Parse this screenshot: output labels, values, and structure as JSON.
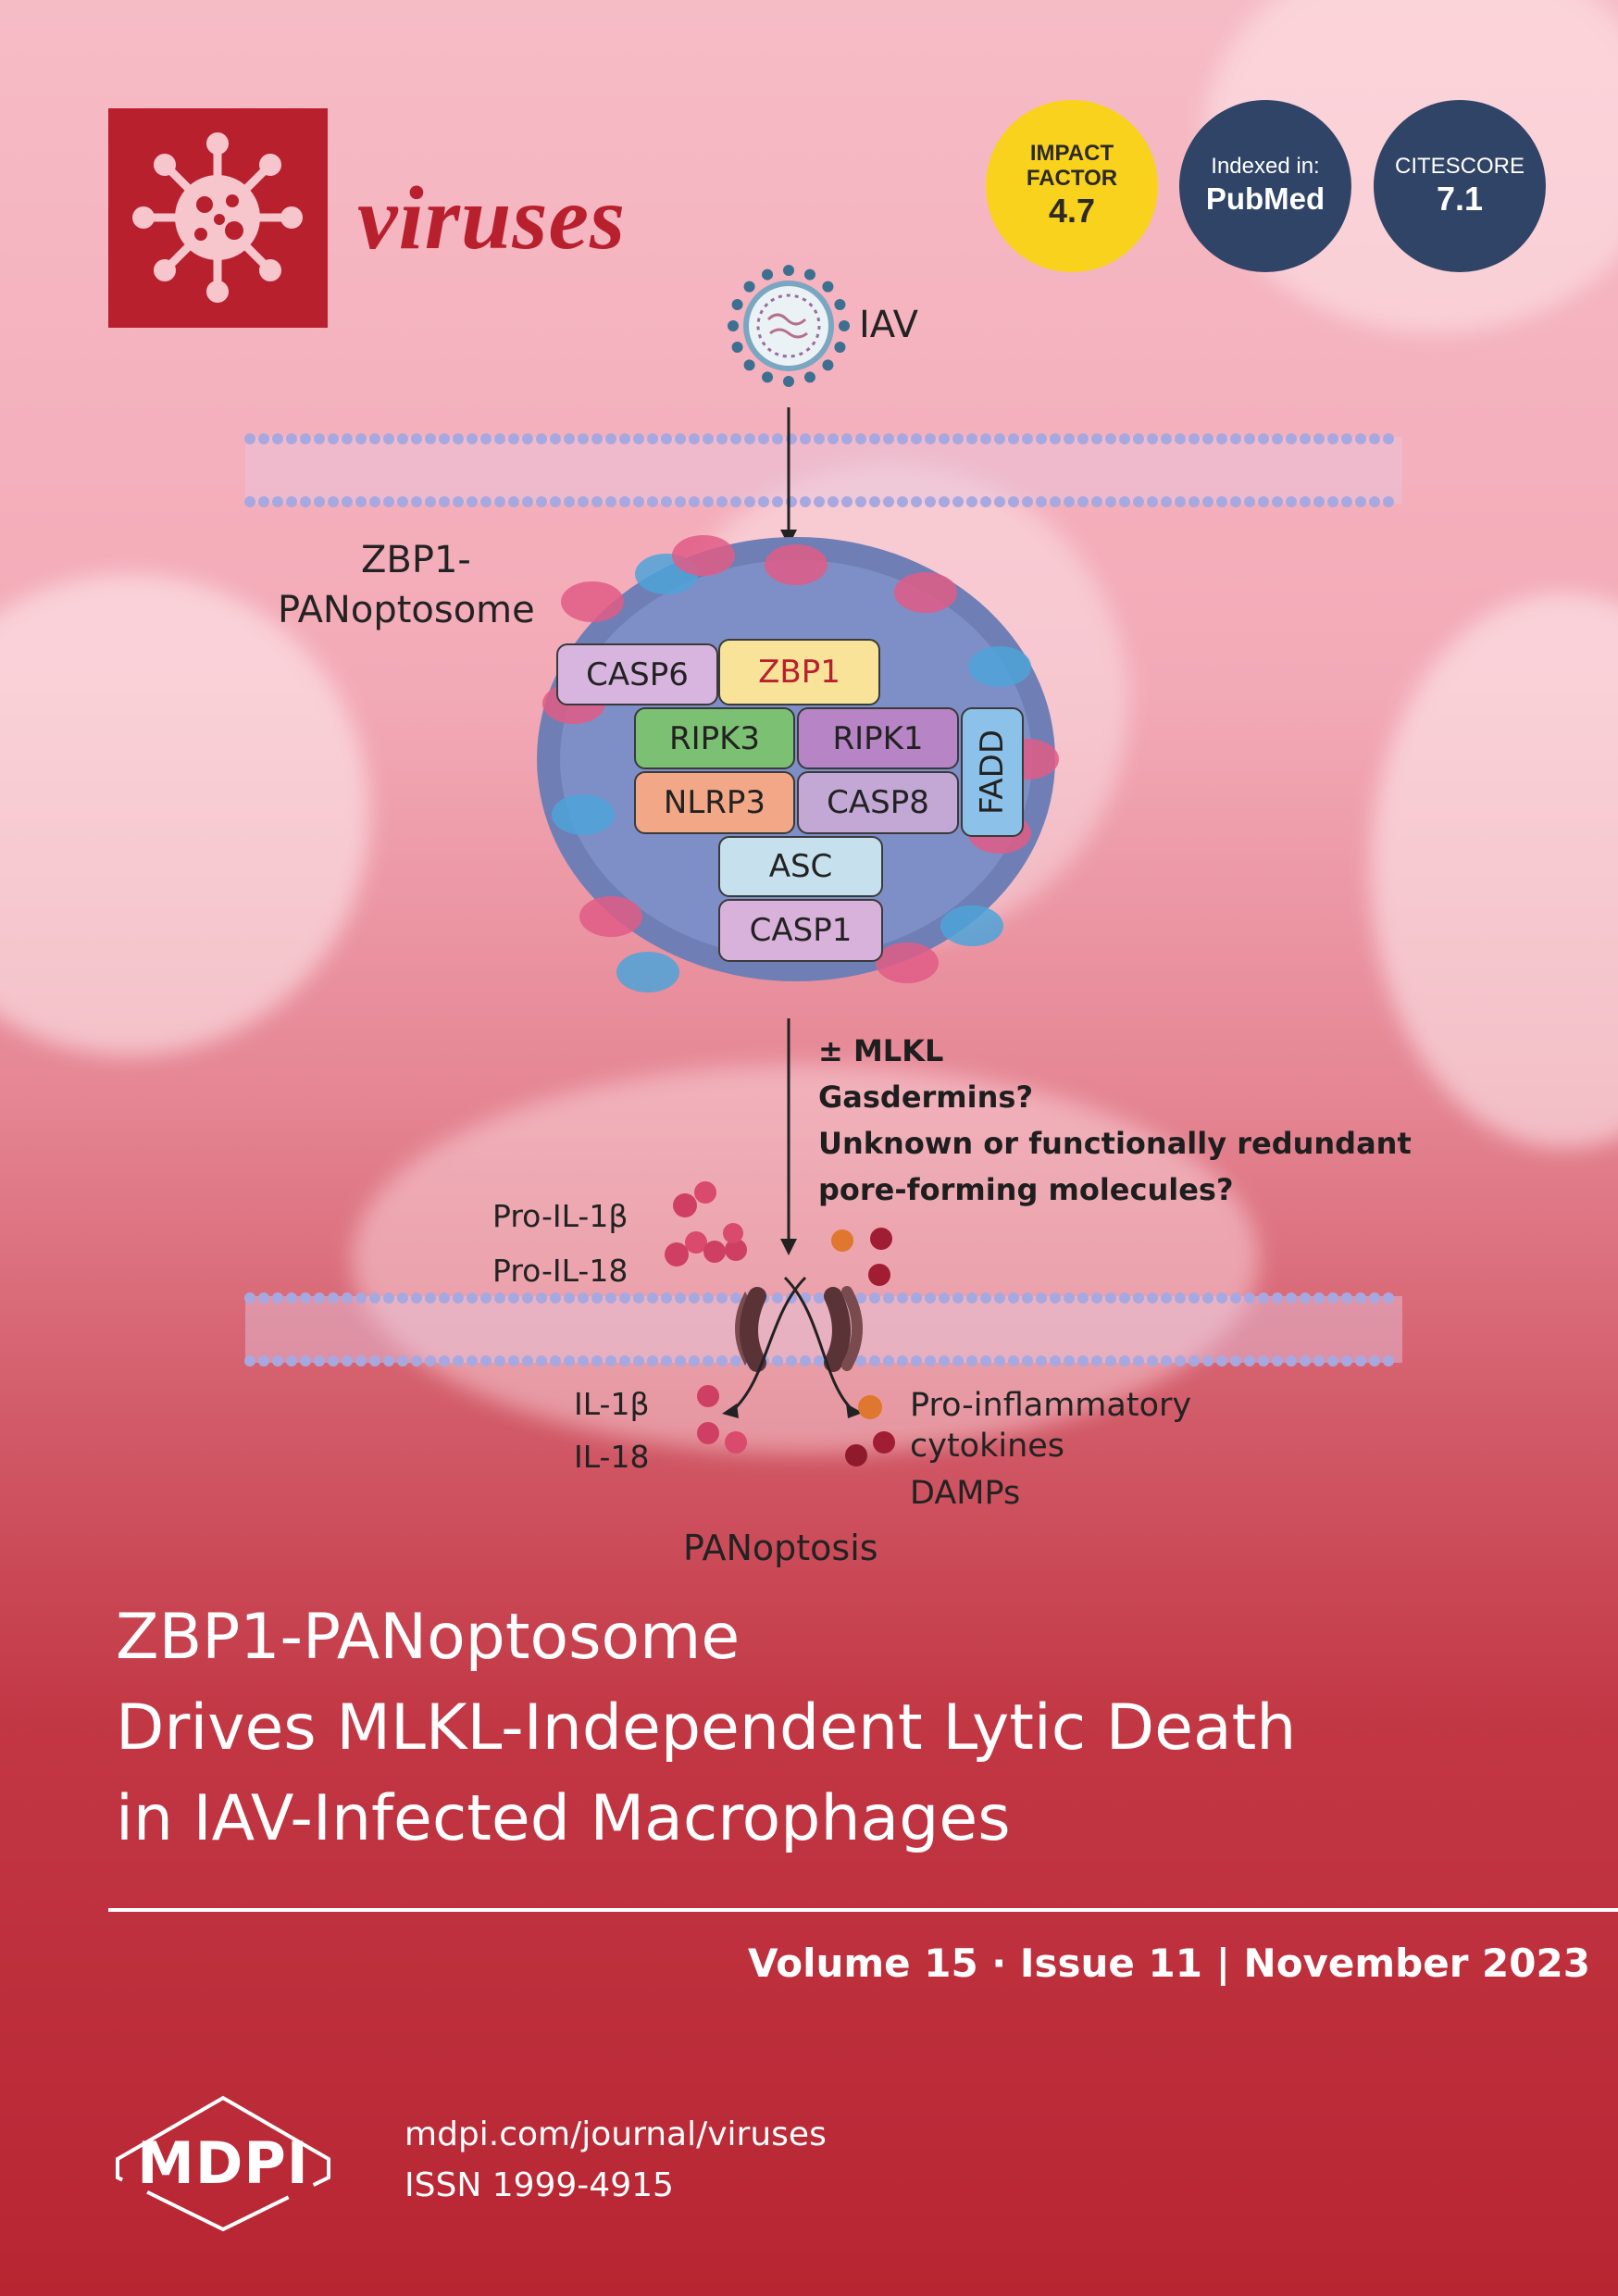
{
  "journal": {
    "name": "viruses"
  },
  "badges": {
    "impact_line1": "IMPACT",
    "impact_line2": "FACTOR",
    "impact_value": "4.7",
    "index_label": "Indexed in:",
    "index_value": "PubMed",
    "cite_label": "CITESCORE",
    "cite_value": "7.1"
  },
  "diagram": {
    "virus_label": "IAV",
    "complex_label_line1": "ZBP1-",
    "complex_label_line2": "PANoptosome",
    "boxes": {
      "casp6": "CASP6",
      "zbp1": "ZBP1",
      "ripk3": "RIPK3",
      "ripk1": "RIPK1",
      "fadd": "FADD",
      "nlrp3": "NLRP3",
      "casp8": "CASP8",
      "asc": "ASC",
      "casp1": "CASP1"
    },
    "annotations": {
      "mlkl": "± MLKL",
      "gasdermins": "Gasdermins?",
      "unknown_line1": "Unknown or functionally redundant",
      "unknown_line2": "pore-forming molecules?"
    },
    "pro_il1b": "Pro-IL-1β",
    "pro_il18": "Pro-IL-18",
    "il1b": "IL-1β",
    "il18": "IL-18",
    "proinflammatory": "Pro-inflammatory",
    "cytokines": "cytokines",
    "damps": "DAMPs",
    "outcome": "PANoptosis"
  },
  "title": {
    "line1": "ZBP1-PANoptosome",
    "line2": "Drives MLKL-Independent Lytic Death",
    "line3": "in IAV-Infected Macrophages"
  },
  "issue": {
    "text": "Volume 15 · Issue 11 | November 2023"
  },
  "footer": {
    "publisher": "MDPI",
    "url": "mdpi.com/journal/viruses",
    "issn": "ISSN 1999-4915"
  },
  "colors": {
    "brand_red": "#b8202e",
    "impact_yellow": "#f8d21c",
    "badge_navy": "#2f4466"
  }
}
